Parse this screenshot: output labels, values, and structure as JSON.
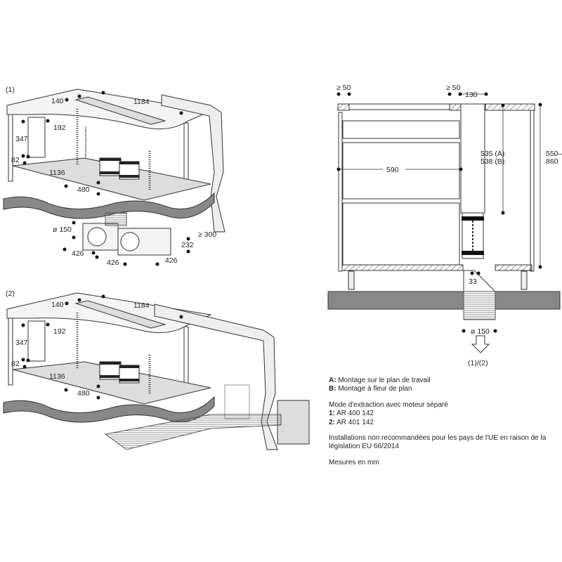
{
  "diagram_1": {
    "label": "(1)",
    "dims": {
      "d140": "140",
      "d1184": "1184",
      "d192": "192",
      "d347": "347",
      "d82": "82",
      "d1136": "1136",
      "d480": "480",
      "d150": "ø 150",
      "d300": "≥ 300",
      "d232": "232",
      "d426a": "426",
      "d426b": "426",
      "d426c": "426"
    }
  },
  "diagram_2": {
    "label": "(2)",
    "dims": {
      "d140": "140",
      "d1184": "1184",
      "d192": "192",
      "d347": "347",
      "d82": "82",
      "d1136": "1136",
      "d480": "480"
    }
  },
  "section": {
    "dims": {
      "left_gap": "≥ 50",
      "mid_gap": "≥ 50",
      "d130": "130",
      "d535": "535 (A)",
      "d538": "538 (B)",
      "d590": "590",
      "d550": "550–",
      "d860": "860",
      "d33": "33",
      "d150": "ø 150"
    },
    "arrow_label": "(1)/(2)"
  },
  "notes": {
    "a_key": "A:",
    "a_text": "Montage sur le plan de travail",
    "b_key": "B:",
    "b_text": "Montage à fleur de plan",
    "mode": "Mode d'extraction avec moteur séparé",
    "m1_key": "1:",
    "m1_text": "AR 400 142",
    "m2_key": "2:",
    "m2_text": "AR 401 142",
    "warning": "Installations non recommandées pour les pays de l'UE en raison de la législation EU 66/2014",
    "units": "Mesures en mm"
  }
}
